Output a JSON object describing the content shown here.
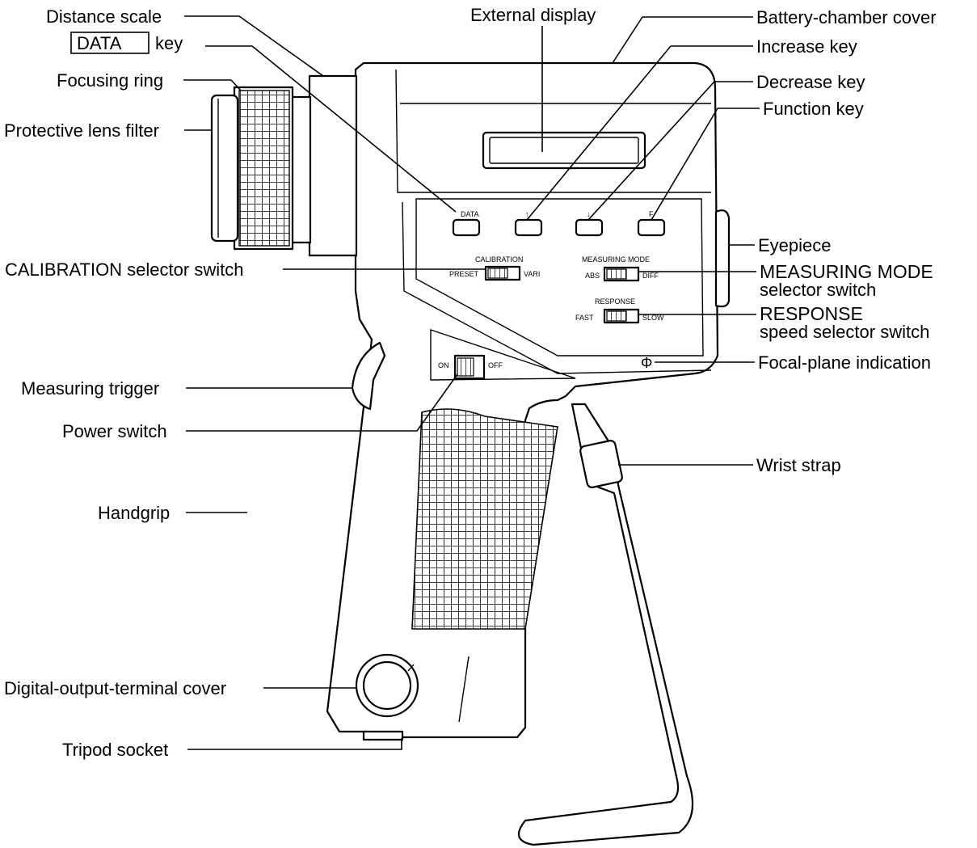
{
  "labels": {
    "distance_scale": "Distance scale",
    "data_key_box": "DATA",
    "data_key_suffix": "key",
    "focusing_ring": "Focusing ring",
    "protective_lens_filter": "Protective lens filter",
    "calibration_switch": "CALIBRATION selector switch",
    "measuring_trigger": "Measuring trigger",
    "power_switch": "Power switch",
    "handgrip": "Handgrip",
    "digital_output_cover": "Digital-output-terminal cover",
    "tripod_socket": "Tripod socket",
    "external_display": "External display",
    "battery_chamber_cover": "Battery-chamber cover",
    "increase_key": "Increase key",
    "decrease_key": "Decrease key",
    "function_key": "Function key",
    "eyepiece": "Eyepiece",
    "measuring_mode_line1": "MEASURING MODE",
    "measuring_mode_line2": "selector switch",
    "response_line1": "RESPONSE",
    "response_line2": "speed selector switch",
    "focal_plane": "Focal-plane indication",
    "wrist_strap": "Wrist strap"
  },
  "panel": {
    "key_data": "DATA",
    "key_up": "↑",
    "key_down": "↓",
    "key_f": "F",
    "calibration": "CALIBRATION",
    "preset": "PRESET",
    "vari": "VARI",
    "measuring_mode": "MEASURING MODE",
    "abs": "ABS",
    "diff": "DIFF",
    "response": "RESPONSE",
    "fast": "FAST",
    "slow": "SLOW",
    "on": "ON",
    "off": "OFF",
    "focal_symbol": "Φ"
  }
}
